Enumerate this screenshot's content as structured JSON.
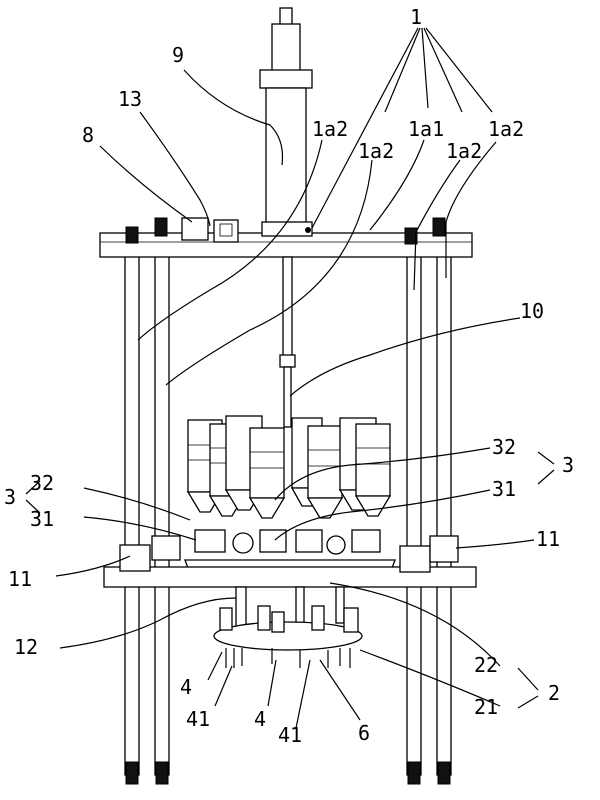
{
  "labels": {
    "l1": "1",
    "l1a2_a": "1a2",
    "l1a2_b": "1a2",
    "l1a1": "1a1",
    "l1a2_c": "1a2",
    "l1a2_d": "1a2",
    "l9": "9",
    "l13": "13",
    "l8": "8",
    "l10": "10",
    "l32_r": "32",
    "l3_r": "3",
    "l31_r": "31",
    "l3_l": "3",
    "l32_l": "32",
    "l31_l": "31",
    "l11_r": "11",
    "l11_l": "11",
    "l12": "12",
    "l22": "22",
    "l2": "2",
    "l21": "21",
    "l4_a": "4",
    "l41_a": "41",
    "l4_b": "4",
    "l41_b": "41",
    "l6": "6"
  }
}
